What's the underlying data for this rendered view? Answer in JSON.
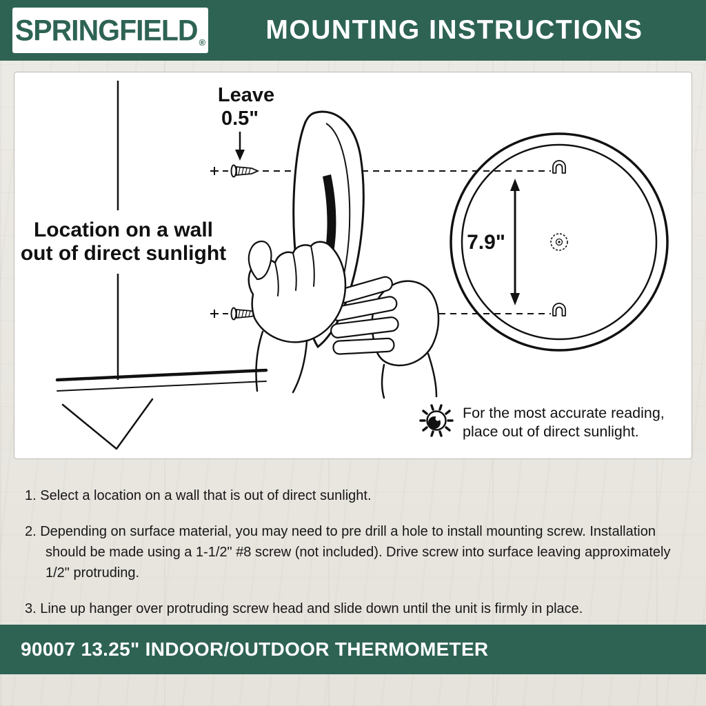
{
  "header": {
    "brand": "SPRINGFIELD",
    "brand_reg": "®",
    "title": "MOUNTING INSTRUCTIONS"
  },
  "diagram": {
    "leave_label": "Leave",
    "leave_value": "0.5\"",
    "location_line1": "Location on a wall",
    "location_line2": "out of direct sunlight",
    "distance_label": "7.9\"",
    "sun_note_line1": "For the most accurate reading,",
    "sun_note_line2": "place out of direct sunlight."
  },
  "steps": [
    "1. Select a location on a wall that is out of direct sunlight.",
    "2. Depending on surface material, you may need to pre drill a hole to install mounting screw. Installation should be made using a 1-1/2\" #8 screw (not included). Drive screw into surface leaving approximately 1/2\" protruding.",
    "3. Line up hanger over protruding screw head and slide down until the unit is firmly in place."
  ],
  "footer": {
    "text": "90007 13.25\" INDOOR/OUTDOOR THERMOMETER"
  },
  "colors": {
    "brand_green": "#2e6354",
    "ink": "#111111",
    "paper": "#ffffff"
  }
}
